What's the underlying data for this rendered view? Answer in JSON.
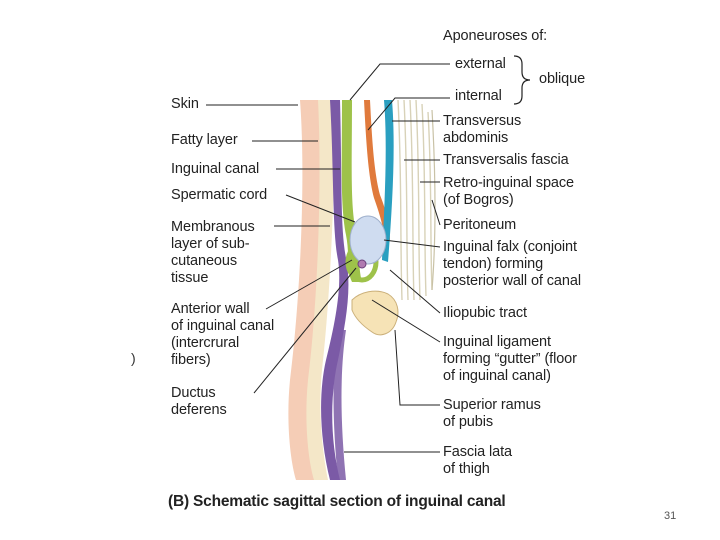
{
  "diagram": {
    "caption": "(B) Schematic sagittal section of inguinal canal",
    "page_number": "31",
    "paren_fragment": ")",
    "labels": {
      "aponeuroses_of": "Aponeuroses of:",
      "external": "external",
      "internal": "internal",
      "oblique": "oblique",
      "transversus_abdominis": "Transversus\nabdominis",
      "transversalis_fascia": "Transversalis fascia",
      "retro_inguinal": "Retro-inguinal space\n(of Bogros)",
      "peritoneum": "Peritoneum",
      "inguinal_falx": "Inguinal falx (conjoint\ntendon) forming\nposterior wall of canal",
      "iliopubic_tract": "Iliopubic tract",
      "inguinal_ligament": "Inguinal ligament\nforming “gutter” (floor\nof inguinal canal)",
      "superior_ramus": "Superior ramus\nof pubis",
      "fascia_lata": "Fascia lata\nof thigh",
      "skin": "Skin",
      "fatty_layer": "Fatty layer",
      "inguinal_canal": "Inguinal canal",
      "spermatic_cord": "Spermatic cord",
      "membranous_layer": "Membranous\nlayer of sub-\ncutaneous\ntissue",
      "anterior_wall": "Anterior wall\nof inguinal canal\n(intercrural\nfibers)",
      "ductus_deferens": "Ductus\ndeferens"
    },
    "colors": {
      "skin": "#f5cdb6",
      "fatty": "#f4e7c8",
      "membranous": "#7b5aa6",
      "external_oblique": "#9ec24a",
      "internal_oblique": "#e07a3c",
      "transversus": "#2a9fc0",
      "fascia": "#e9e4cf",
      "spermatic_cord": "#cfdcf0",
      "bone": "#f6e3b6"
    }
  }
}
